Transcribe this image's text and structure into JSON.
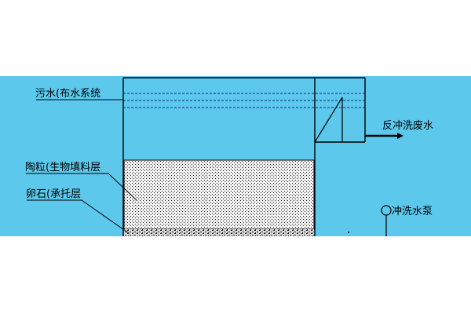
{
  "labels": {
    "sewage_distribution": "污水(布水系统",
    "ceramsite_layer": "陶粒(生物填料层",
    "cobblestone_layer": "卵石(承托层",
    "backwash_waste_water": "反冲洗废水",
    "backwash_pump": "冲洗水泵"
  },
  "colors": {
    "background_band": "#5bc8ec",
    "line": "#000000",
    "dashed_line": "#1b2a8a",
    "stipple": "#1a1a1a"
  }
}
